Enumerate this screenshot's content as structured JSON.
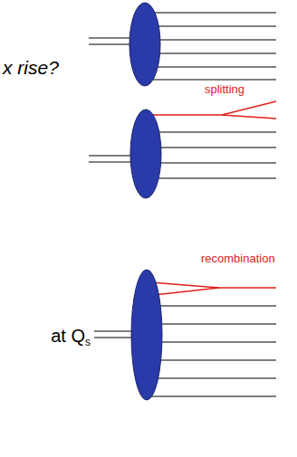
{
  "diagram": {
    "labels": [
      "x rise?",
      "splitting",
      "recombination",
      "at Q",
      "s"
    ]
  }
}
